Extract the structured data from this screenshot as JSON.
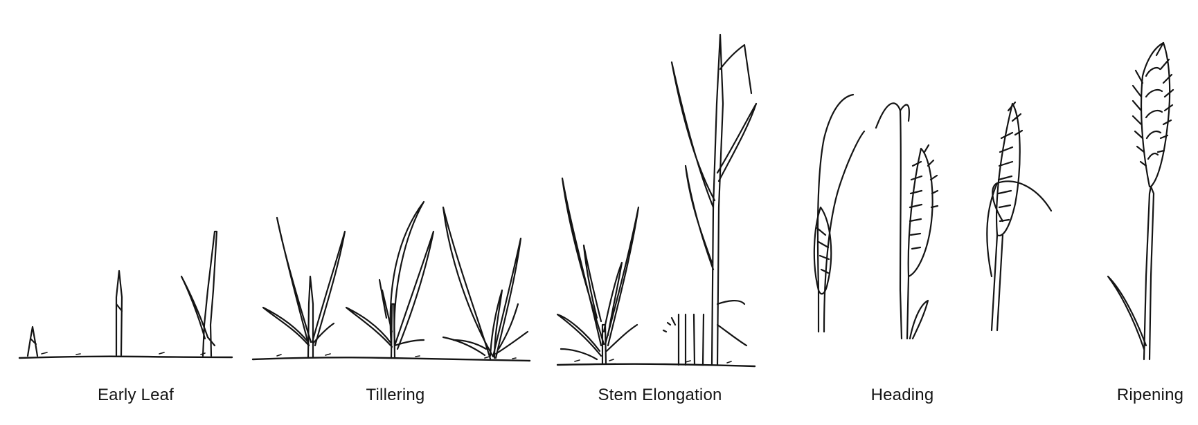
{
  "stages": [
    {
      "id": "early-leaf",
      "label": "Early Leaf"
    },
    {
      "id": "tillering",
      "label": "Tillering"
    },
    {
      "id": "stem-elongation",
      "label": "Stem Elongation"
    },
    {
      "id": "heading",
      "label": "Heading"
    },
    {
      "id": "ripening",
      "label": "Ripening"
    }
  ],
  "colors": {
    "ink": "#141414",
    "background": "#ffffff"
  }
}
